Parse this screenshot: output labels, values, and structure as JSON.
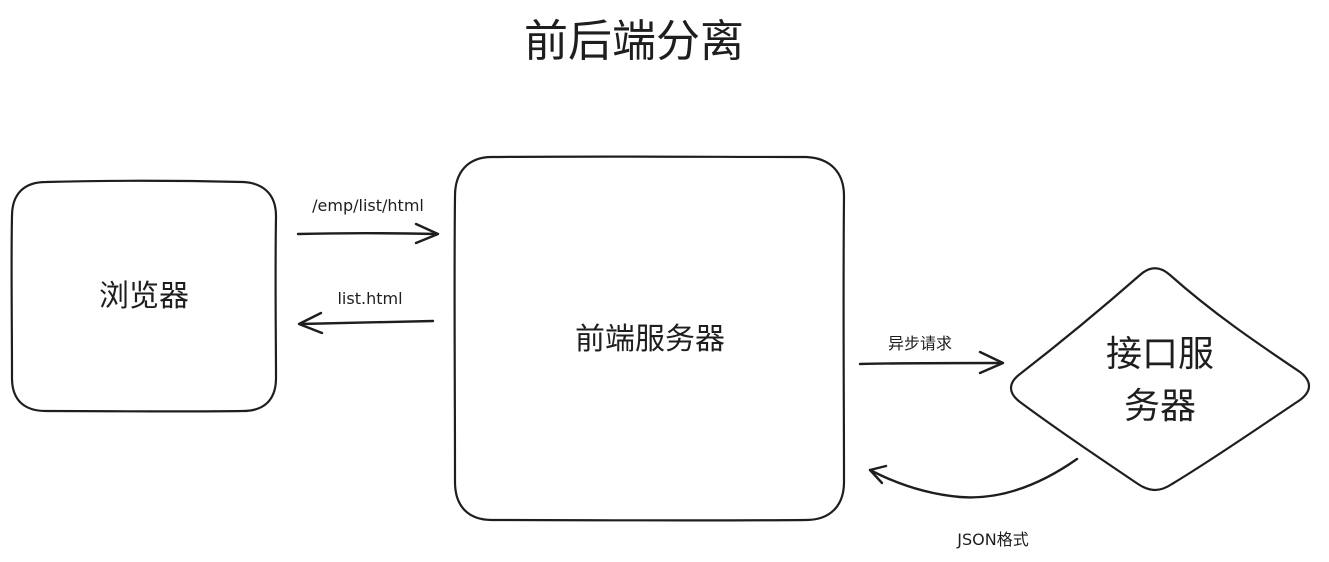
{
  "title": "前后端分离",
  "nodes": {
    "browser": {
      "label": "浏览器"
    },
    "frontend_server": {
      "label": "前端服务器"
    },
    "api_server": {
      "label_line1": "接口服",
      "label_line2": "务器"
    }
  },
  "edges": {
    "request": {
      "label": "/emp/list/html"
    },
    "response": {
      "label": "list.html"
    },
    "async_request": {
      "label": "异步请求"
    },
    "json_response": {
      "label": "JSON格式"
    }
  }
}
